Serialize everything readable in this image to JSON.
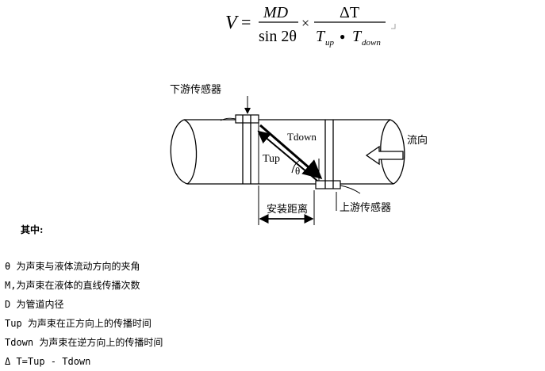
{
  "formula": {
    "V": "V",
    "eq": "=",
    "num1": "MD",
    "den1": "sin 2θ",
    "times": "×",
    "num2": "ΔT",
    "den2_t1": "T",
    "den2_s1": "up",
    "den2_dot": "●",
    "den2_t2": "T",
    "den2_s2": "down"
  },
  "diagram": {
    "downstream_sensor": "下游传感器",
    "upstream_sensor": "上游传感器",
    "tdown": "Tdown",
    "tup": "Tup",
    "theta": "θ",
    "flow_direction": "流向",
    "install_distance": "安装距离"
  },
  "legend": {
    "heading": "其中:",
    "items": [
      "θ  为声束与液体流动方向的夹角",
      "M,为声束在液体的直线传播次数",
      "D  为管道内径",
      "Tup  为声束在正方向上的传播时间",
      "Tdown  为声束在逆方向上的传播时间",
      "Δ  T=Tup  - Tdown"
    ]
  }
}
